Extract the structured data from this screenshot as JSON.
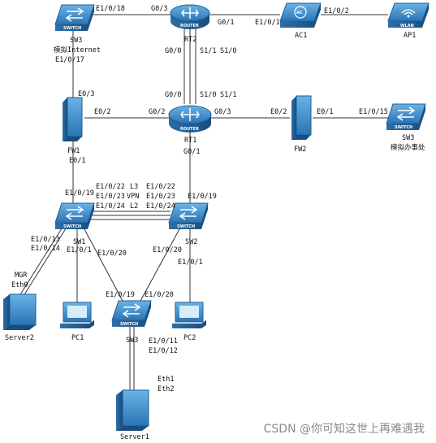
{
  "devices": {
    "sw3_internet": {
      "badge": "SWITCH",
      "name": "SW3",
      "subname": "模拟Internet"
    },
    "rt2": {
      "badge": "ROUTER",
      "name": "RT2"
    },
    "ac1": {
      "badge": "AC",
      "name": "AC1"
    },
    "ap1": {
      "badge": "WLAN",
      "name": "AP1"
    },
    "fw1": {
      "name": "FW1"
    },
    "rt1": {
      "badge": "ROUTER",
      "name": "RT1"
    },
    "fw2": {
      "name": "FW2"
    },
    "sw3_office": {
      "badge": "SWITCH",
      "name": "SW3",
      "subname": "模拟办事处"
    },
    "sw1": {
      "badge": "SWITCH",
      "name": "SW1"
    },
    "sw2": {
      "badge": "SWITCH",
      "name": "SW2"
    },
    "server2": {
      "name": "Server2",
      "mgr": "MGR",
      "eth": "Eth0"
    },
    "pc1": {
      "name": "PC1"
    },
    "sw3_access": {
      "badge": "SWITCH",
      "name": "SW3"
    },
    "pc2": {
      "name": "PC2"
    },
    "server1": {
      "name": "Server1",
      "eth1": "Eth1",
      "eth2": "Eth2"
    }
  },
  "ports": {
    "sw3i_e118": "E1/0/18",
    "rt2_g03": "G0/3",
    "rt2_g01": "G0/1",
    "ac1_e101": "E1/0/1",
    "ac1_e102": "E1/0/2",
    "sw3i_e117": "E1/0/17",
    "fw1_e03": "E0/3",
    "rt2_g00": "G0/0",
    "rt2_s11": "S1/1",
    "rt2_s10": "S1/0",
    "rt1_g00": "G0/0",
    "rt1_s10": "S1/0",
    "rt1_s11": "S1/1",
    "fw1_e02": "E0/2",
    "rt1_g02": "G0/2",
    "rt1_g03": "G0/3",
    "fw2_e02": "E0/2",
    "fw2_e01": "E0/1",
    "sw3o_e115": "E1/0/15",
    "rt1_g01": "G0/1",
    "fw1_e01": "E0/1",
    "sw1_e119": "E1/0/19",
    "sw1_e122": "E1/0/22",
    "sw1_e123": "E1/0/23",
    "sw1_e124": "E1/0/24",
    "l3": "L3",
    "vpn": "VPN",
    "l2": "L2",
    "sw2_e122": "E1/0/22",
    "sw2_e123": "E1/0/23",
    "sw2_e124": "E1/0/24",
    "sw2_e119": "E1/0/19",
    "sw1_e113": "E1/0/13",
    "sw1_e114": "E1/0/14",
    "sw1_e101": "E1/0/1",
    "sw1_e120": "E1/0/20",
    "sw2_e120": "E1/0/20",
    "sw2_e101": "E1/0/1",
    "sw3a_e119": "E1/0/19",
    "sw3a_e120": "E1/0/20",
    "sw3a_e111": "E1/0/11",
    "sw3a_e112": "E1/0/12"
  },
  "watermark": "CSDN @你可知这世上再难遇我",
  "colors": {
    "device_fill": "#3f8fc9",
    "device_dark": "#1f5f96",
    "line": "#333333"
  }
}
